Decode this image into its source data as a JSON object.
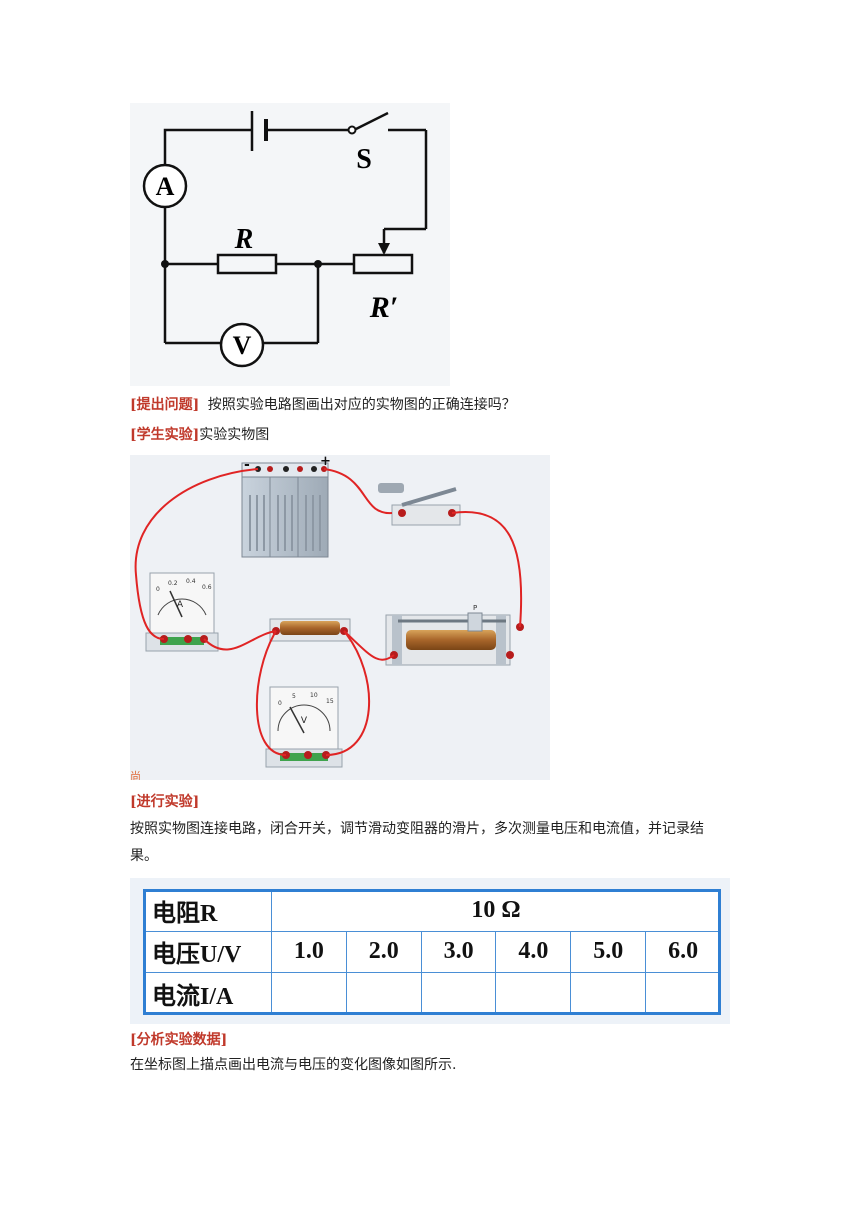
{
  "circuit": {
    "ammeter": "A",
    "voltmeter": "V",
    "switch": "S",
    "resistor": "R",
    "rheostat": "R′"
  },
  "apparatus": {
    "battery_neg": "-",
    "battery_pos": "+",
    "ammeter_letter": "A",
    "voltmeter_letter": "V",
    "slider_letter": "P",
    "ammeter_scale": [
      "0",
      "0.2",
      "0.4",
      "0.6"
    ],
    "voltmeter_scale": [
      "0",
      "5",
      "10",
      "15"
    ],
    "tail_mark": "尚"
  },
  "sections": {
    "question_tag": "[提出问题]",
    "question_text": "按照实验电路图画出对应的实物图的正确连接吗？",
    "student_tag": "[学生实验]",
    "student_text": "实验实物图",
    "conduct_tag": "[进行实验]",
    "conduct_text": "按照实物图连接电路，闭合开关，调节滑动变阻器的滑片，多次测量电压和电流值，并记录结果。",
    "analysis_tag": "[分析实验数据]",
    "analysis_text": "在坐标图上描点画出电流与电压的变化图像如图所示."
  },
  "table": {
    "resistance_label": "电阻R",
    "resistance_value": "10 Ω",
    "voltage_label": "电压U/V",
    "voltages": [
      "1.0",
      "2.0",
      "3.0",
      "4.0",
      "5.0",
      "6.0"
    ],
    "current_label": "电流I/A",
    "currents": [
      "",
      "",
      "",
      "",
      "",
      ""
    ]
  }
}
